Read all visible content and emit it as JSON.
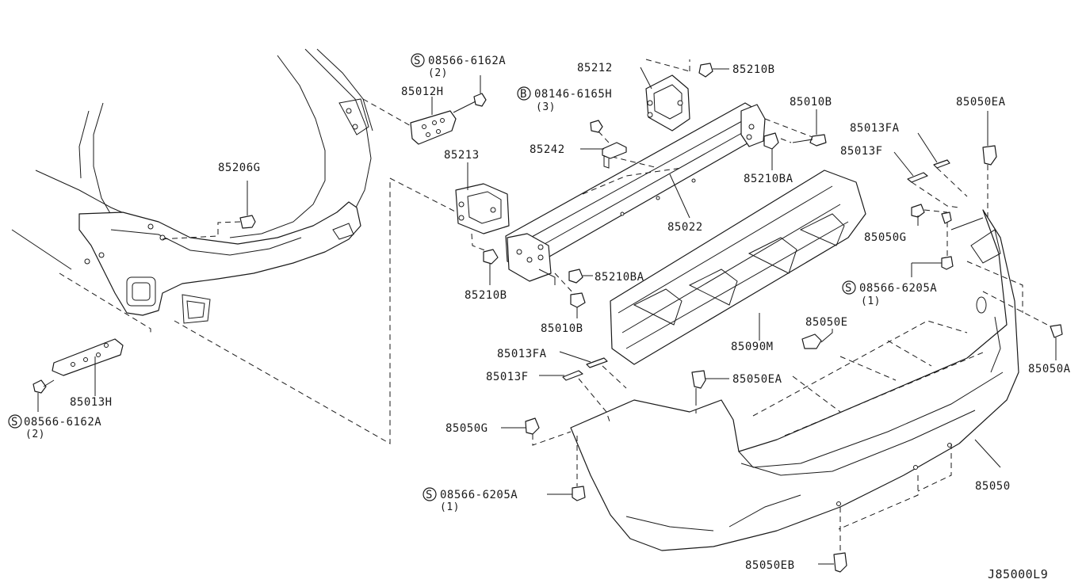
{
  "diagram_id": "J85000L9",
  "labels": {
    "p85206G": "85206G",
    "p85013H": "85013H",
    "s08566_6162A_bottom": "08566-6162A",
    "qty2_bottom": "(2)",
    "s08566_6162A_top": "08566-6162A",
    "qty2_top": "(2)",
    "p85012H": "85012H",
    "b08146_6165H": "08146-6165H",
    "qty3": "(3)",
    "p85213": "85213",
    "p85210B_left": "85210B",
    "p85210BA_left": "85210BA",
    "p85010B_left": "85010B",
    "p85242": "85242",
    "p85212": "85212",
    "p85210B_top": "85210B",
    "p85010B_right": "85010B",
    "p85210BA_right": "85210BA",
    "p85022": "85022",
    "p85090M": "85090M",
    "p85013FA_left": "85013FA",
    "p85013F_left": "85013F",
    "p85050G_left": "85050G",
    "s08566_6205A_bottom": "08566-6205A",
    "qty1_bottom": "(1)",
    "p85050EA_center": "85050EA",
    "p85050E": "85050E",
    "p85013FA_right": "85013FA",
    "p85013F_right": "85013F",
    "p85050EA_right": "85050EA",
    "p85050G_right": "85050G",
    "s08566_6205A_right": "08566-6205A",
    "qty1_right": "(1)",
    "p85050A": "85050A",
    "p85050": "85050",
    "p85050EB": "85050EB"
  },
  "symbols": {
    "screw_prefix": "S",
    "bolt_prefix": "B"
  }
}
